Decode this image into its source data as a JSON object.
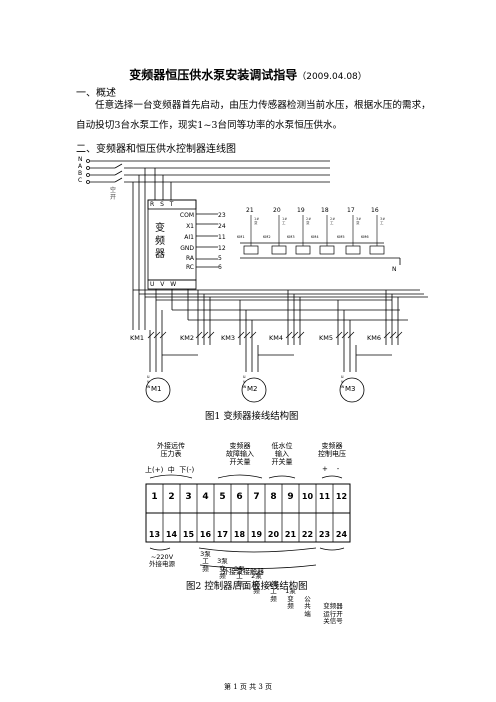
{
  "title": "变频器恒压供水泵安装调试指导",
  "date": "（2009.04.08）",
  "sections": [
    {
      "heading": "一、概述",
      "paragraph": "任意选择一台变频器首先启动，由压力传感器检测当前水压，根据水压的需求，自动投切3台水泵工作，现实1~3台同等功率的水泵恒压供水。"
    },
    {
      "heading": "二、变频器和恒压供水控制器连线图"
    }
  ],
  "fig1": {
    "caption": "图1  变频器接线结构图",
    "lines": [
      "N",
      "A",
      "B",
      "C"
    ],
    "breaker": "空开",
    "inverter_label": [
      "变",
      "频",
      "器"
    ],
    "input_terminals": "R S T",
    "output_terminals": "U V W",
    "terminals": [
      {
        "name": "COM",
        "num": "23"
      },
      {
        "name": "X1",
        "num": "24"
      },
      {
        "name": "AI1",
        "num": "11"
      },
      {
        "name": "GND",
        "num": "12"
      },
      {
        "name": "RA",
        "num": "5"
      },
      {
        "name": "RC",
        "num": "6"
      }
    ],
    "coil_numbers": [
      "21",
      "20",
      "19",
      "18",
      "17",
      "16"
    ],
    "coil_tags": [
      "1#变",
      "1#工",
      "2#变",
      "2#工",
      "3#变",
      "3#工"
    ],
    "relays": [
      "KM1",
      "KM2",
      "KM3",
      "KM4",
      "KM5",
      "KM6"
    ],
    "neutral": "N",
    "contactors": [
      "KM1",
      "KM2",
      "KM3",
      "KM4",
      "KM5",
      "KM6"
    ],
    "motors": [
      "M1",
      "M2",
      "M3"
    ],
    "motor_terminals": "u v w"
  },
  "fig2": {
    "caption": "图2  控制器后面板接线结构图",
    "top_labels": [
      {
        "text": "外接远传\n压力表",
        "sub": "上(+)  中  下(-)"
      },
      {
        "text": "变频器\n故障输入\n开关量"
      },
      {
        "text": "低水位\n输入\n开关量"
      },
      {
        "text": "变频器\n控制电压",
        "sub": "+    -"
      }
    ],
    "top_row": [
      "1",
      "2",
      "3",
      "4",
      "5",
      "6",
      "7",
      "8",
      "9",
      "10",
      "11",
      "12"
    ],
    "bottom_row": [
      "13",
      "14",
      "15",
      "16",
      "17",
      "18",
      "19",
      "20",
      "21",
      "22",
      "23",
      "24"
    ],
    "bottom_labels": [
      {
        "text": "~220V\n外接电源"
      },
      {
        "text": "3泵\n工\n频"
      },
      {
        "text": "3泵\n变\n频"
      },
      {
        "text": "2泵\n工\n频"
      },
      {
        "text": "2泵\n变\n频"
      },
      {
        "text": "1泵\n工\n频"
      },
      {
        "text": "1泵\n变\n频"
      },
      {
        "text": "公\n共\n端"
      },
      {
        "text": "变频器\n运行开\n关信号"
      }
    ],
    "relay_group": "外接泵接触器"
  },
  "footer": "第 1 页 共 3 页"
}
